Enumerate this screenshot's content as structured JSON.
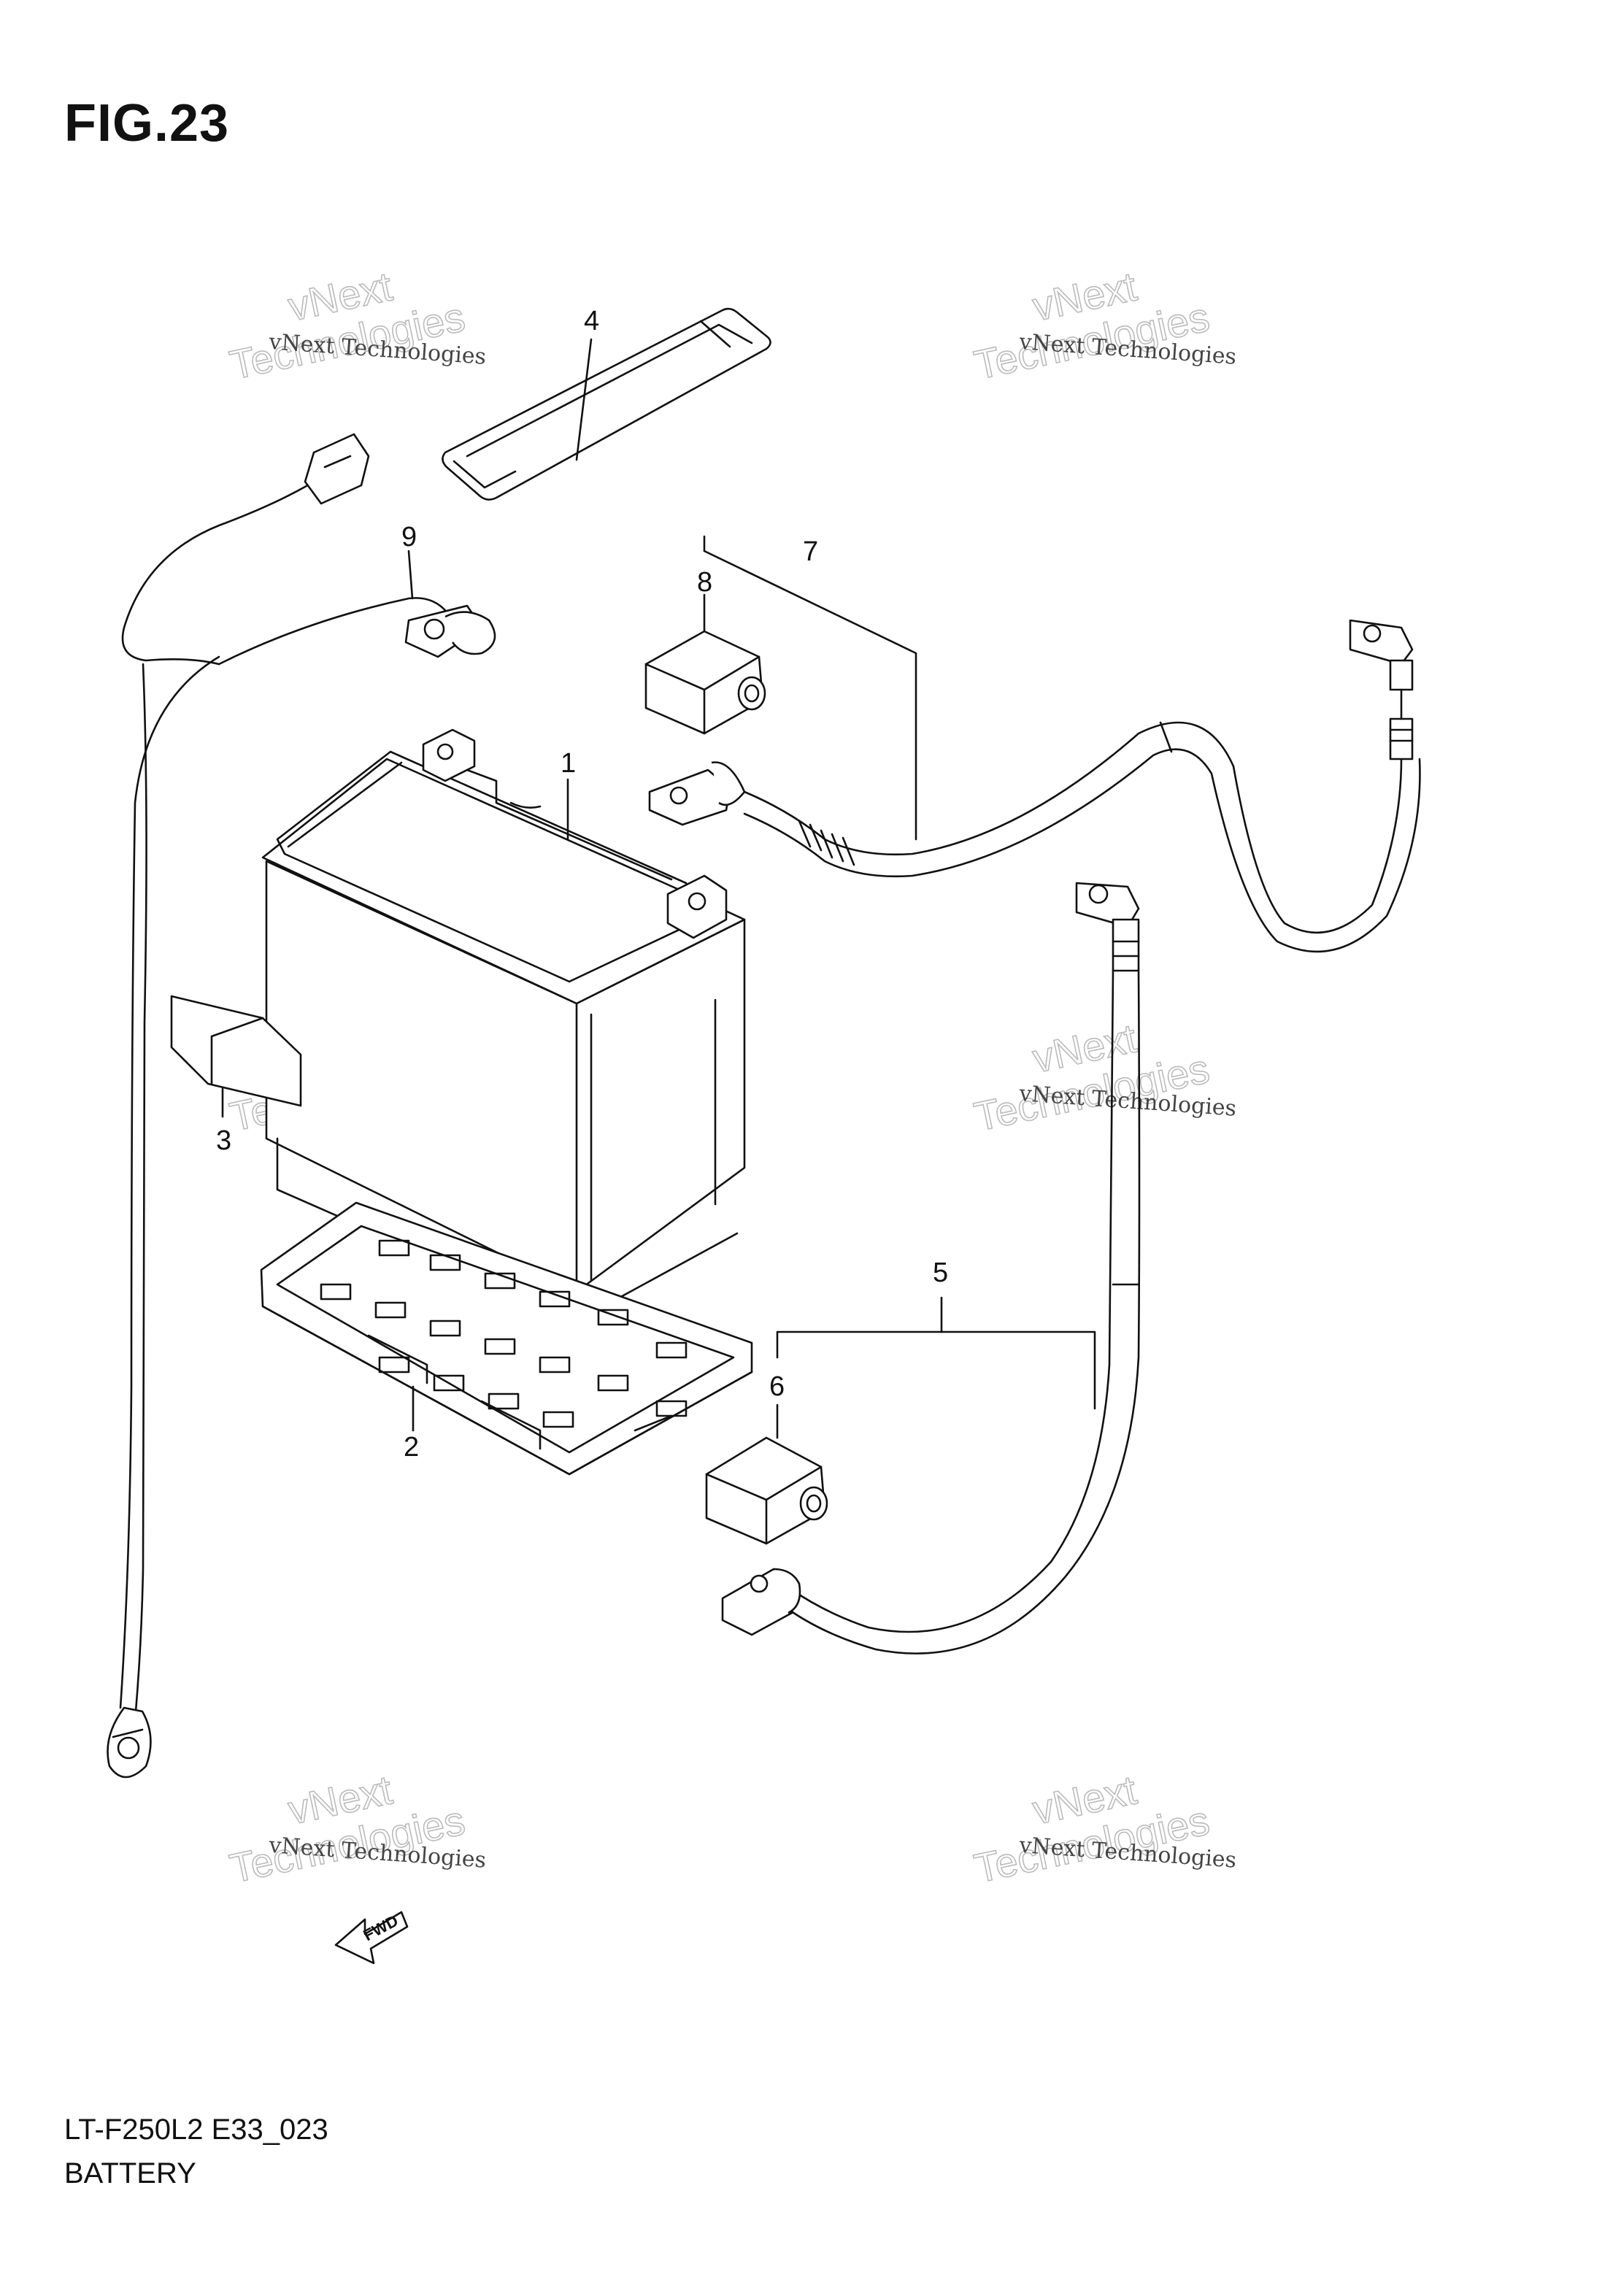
{
  "figure": {
    "title": "FIG.23",
    "model_code": "LT-F250L2 E33_023",
    "name": "BATTERY"
  },
  "callouts": [
    "1",
    "2",
    "3",
    "4",
    "5",
    "6",
    "7",
    "8",
    "9"
  ],
  "watermark": {
    "line1": "vNext Technologies",
    "line2": "vNext",
    "line3": "Technologies"
  },
  "fwd_label": "FWD"
}
